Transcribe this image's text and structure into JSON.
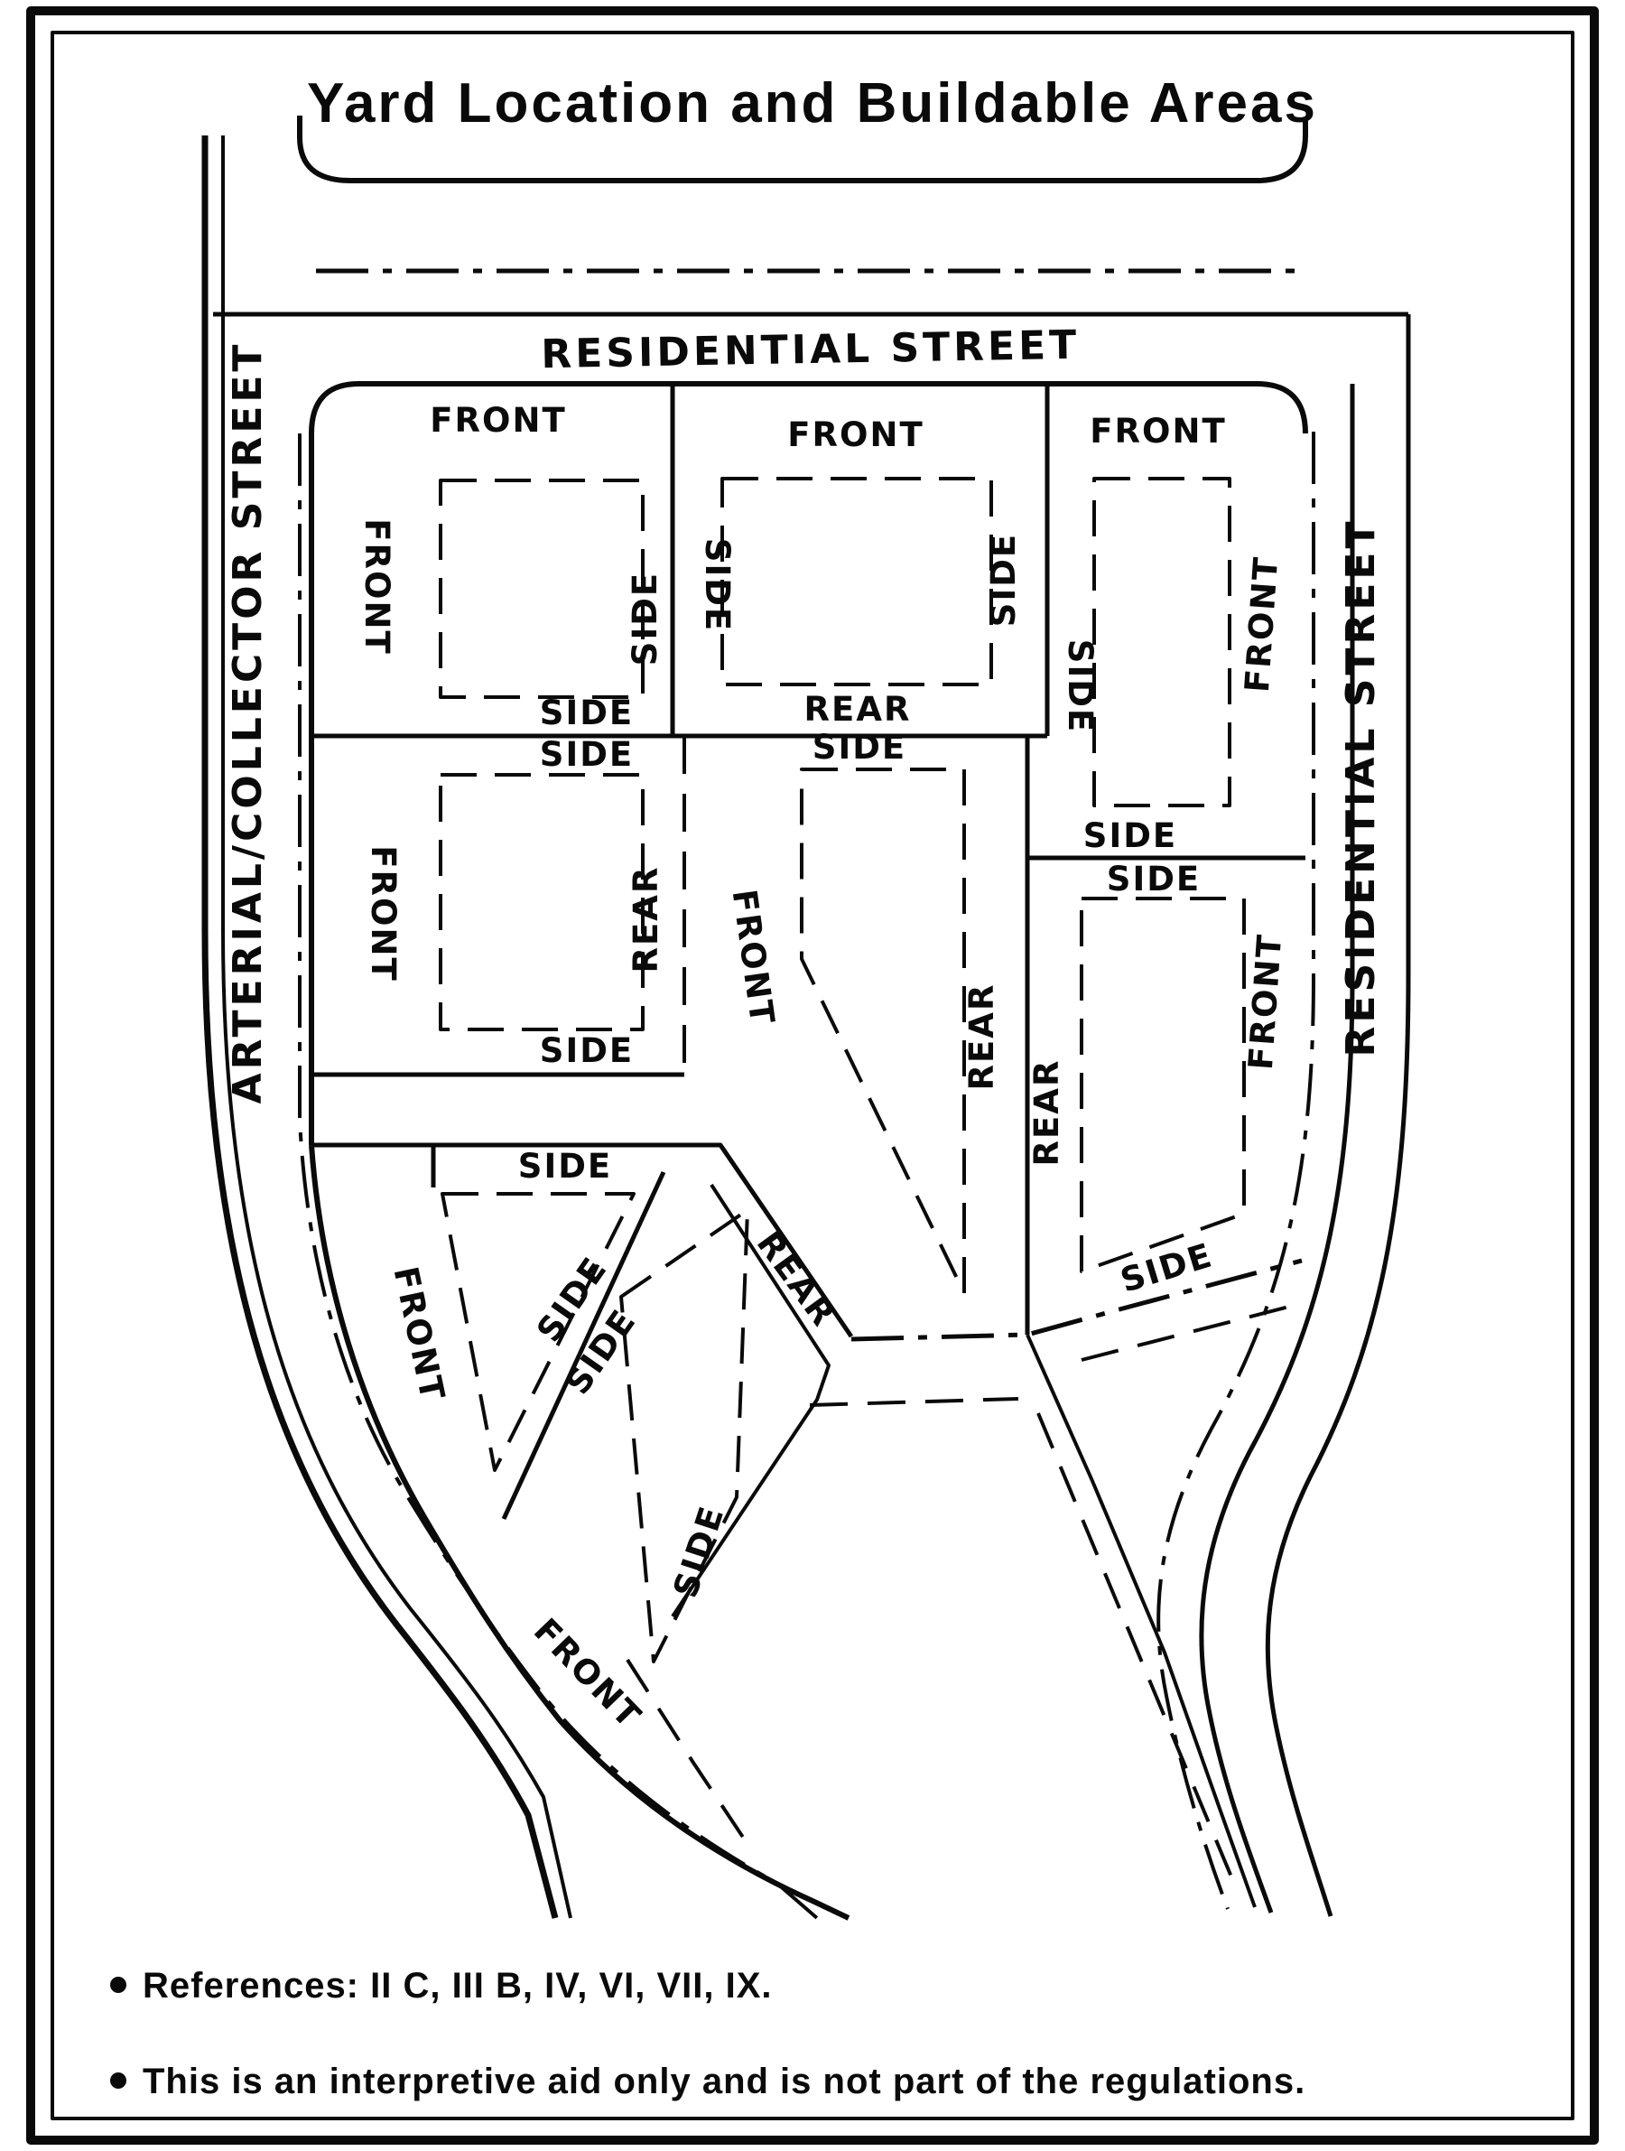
{
  "title": "Yard Location and Buildable Areas",
  "streets": {
    "top_label": "RESIDENTIAL STREET",
    "left_label": "ARTERIAL/COLLECTOR STREET",
    "right_label": "RESIDENTIAL STREET"
  },
  "yard_labels": {
    "front": "FRONT",
    "side": "SIDE",
    "rear": "REAR"
  },
  "lots": [
    {
      "name": "northwest-corner-lot",
      "visible_yard_labels": [
        "FRONT",
        "FRONT",
        "SIDE",
        "SIDE"
      ]
    },
    {
      "name": "north-middle-lot",
      "visible_yard_labels": [
        "FRONT",
        "SIDE",
        "SIDE",
        "REAR"
      ]
    },
    {
      "name": "northeast-corner-lot",
      "visible_yard_labels": [
        "FRONT",
        "SIDE",
        "FRONT",
        "SIDE"
      ]
    },
    {
      "name": "west-middle-lot",
      "visible_yard_labels": [
        "SIDE",
        "FRONT",
        "REAR",
        "SIDE"
      ]
    },
    {
      "name": "center-lot",
      "visible_yard_labels": [
        "SIDE",
        "FRONT",
        "REAR"
      ]
    },
    {
      "name": "east-lot",
      "visible_yard_labels": [
        "SIDE",
        "REAR",
        "FRONT",
        "SIDE"
      ]
    },
    {
      "name": "southwest-triangle-lot",
      "visible_yard_labels": [
        "SIDE",
        "FRONT",
        "SIDE"
      ]
    },
    {
      "name": "south-lot",
      "visible_yard_labels": [
        "SIDE",
        "REAR",
        "SIDE",
        "FRONT"
      ]
    }
  ],
  "notes": [
    "References:  II C, III B, IV, VI, VII, IX.",
    "This is an interpretive aid only and is not part of the regulations."
  ],
  "colors": {
    "ink": "#0a0a0a",
    "paper": "#ffffff"
  }
}
